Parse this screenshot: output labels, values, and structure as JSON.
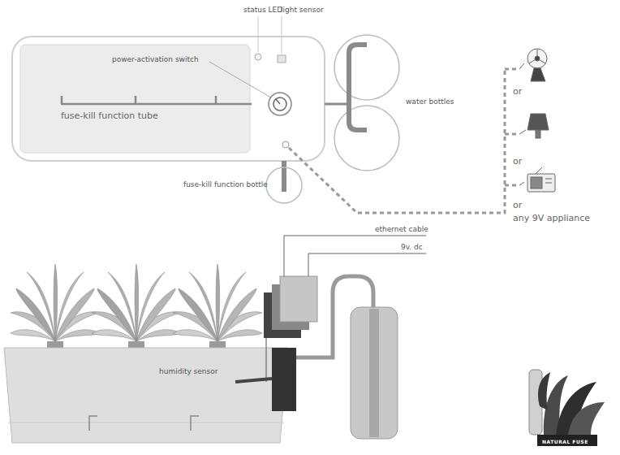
{
  "diagram": {
    "labels": [
      "status LED",
      "light sensor",
      "power-activation switch",
      "fuse-kill function tube",
      "water bottles",
      "fuse-kill function bottle",
      "or",
      "or",
      "or",
      "any 9V appliance",
      "ethernet cable",
      "9v. dc",
      "humidity sensor",
      "NATURAL FUSE"
    ]
  }
}
